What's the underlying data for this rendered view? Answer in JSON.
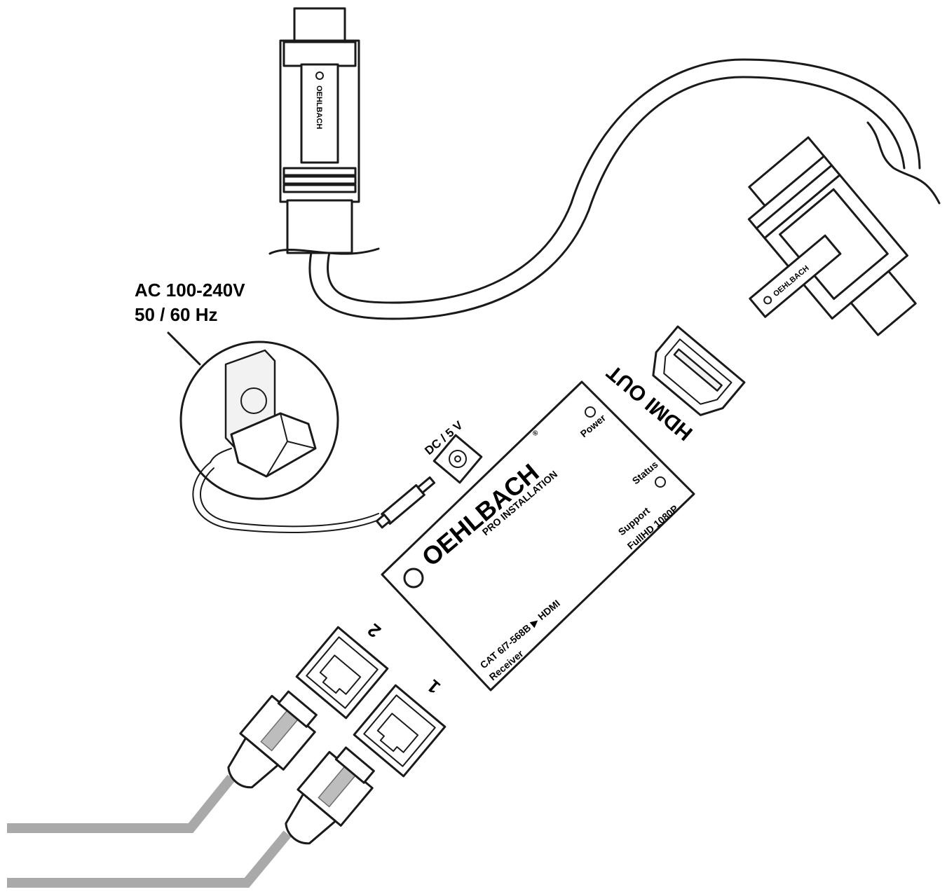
{
  "power_supply": {
    "voltage_label": "AC 100-240V",
    "frequency_label": "50 / 60 Hz"
  },
  "ports": {
    "hdmi_out_label": "HDMI OUT",
    "dc_label": "DC / 5 V",
    "lan_port_1_label": "1",
    "lan_port_2_label": "2"
  },
  "device": {
    "brand": "OEHLBACH",
    "registered_mark": "®",
    "product_line": "PRO INSTALLATION",
    "power_led_label": "Power",
    "status_led_label": "Status",
    "support_label": "Support",
    "fullhd_label": "FullHD 1080P",
    "model_line1": "CAT 6/7-568B ▶ HDMI",
    "model_line2": "Receiver"
  },
  "hdmi_plug": {
    "brand_top": "OEHLBACH",
    "brand_right": "OEHLBACH"
  },
  "colors": {
    "line": "#1a1a1a",
    "cable_gray": "#a9a9a9",
    "connector_gray": "#bdbdbd"
  }
}
